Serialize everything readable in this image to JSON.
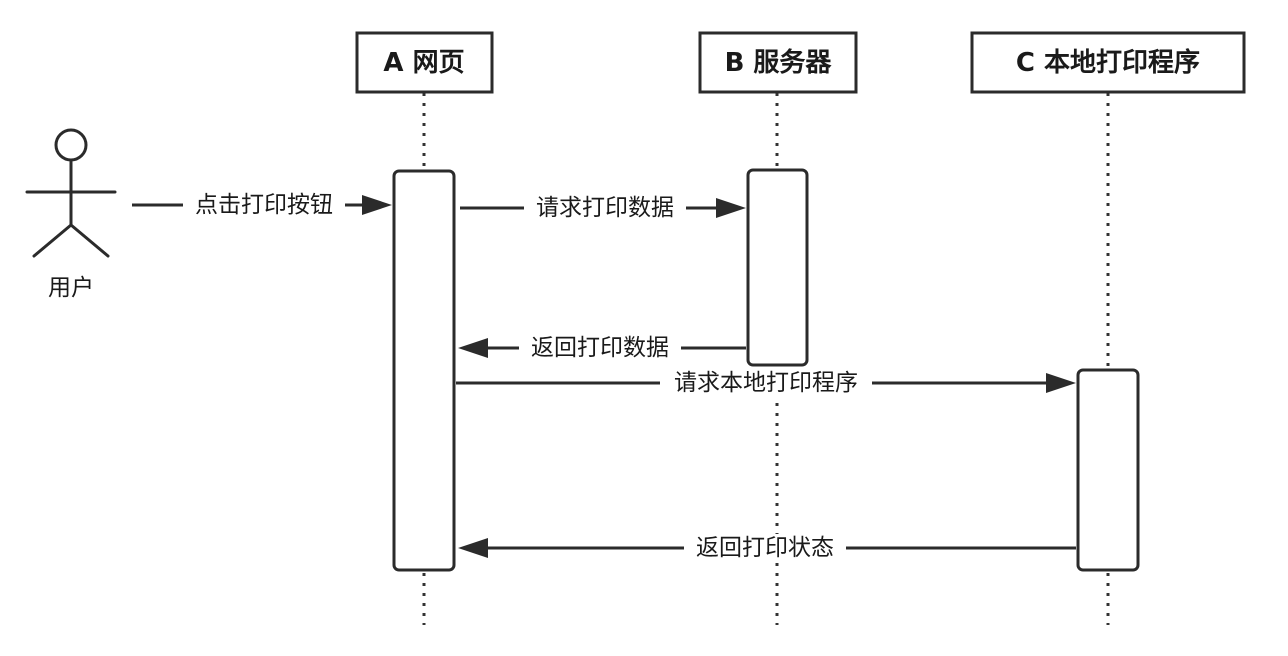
{
  "actor": {
    "label": "用户"
  },
  "participants": [
    {
      "id": "A",
      "label": "A 网页"
    },
    {
      "id": "B",
      "label": "B 服务器"
    },
    {
      "id": "C",
      "label": "C 本地打印程序"
    }
  ],
  "messages": [
    {
      "from": "user",
      "to": "A",
      "label": "点击打印按钮"
    },
    {
      "from": "A",
      "to": "B",
      "label": "请求打印数据"
    },
    {
      "from": "B",
      "to": "A",
      "label": "返回打印数据"
    },
    {
      "from": "A",
      "to": "C",
      "label": "请求本地打印程序"
    },
    {
      "from": "C",
      "to": "A",
      "label": "返回打印状态"
    }
  ],
  "colors": {
    "stroke": "#2b2b2b",
    "background": "#ffffff"
  }
}
